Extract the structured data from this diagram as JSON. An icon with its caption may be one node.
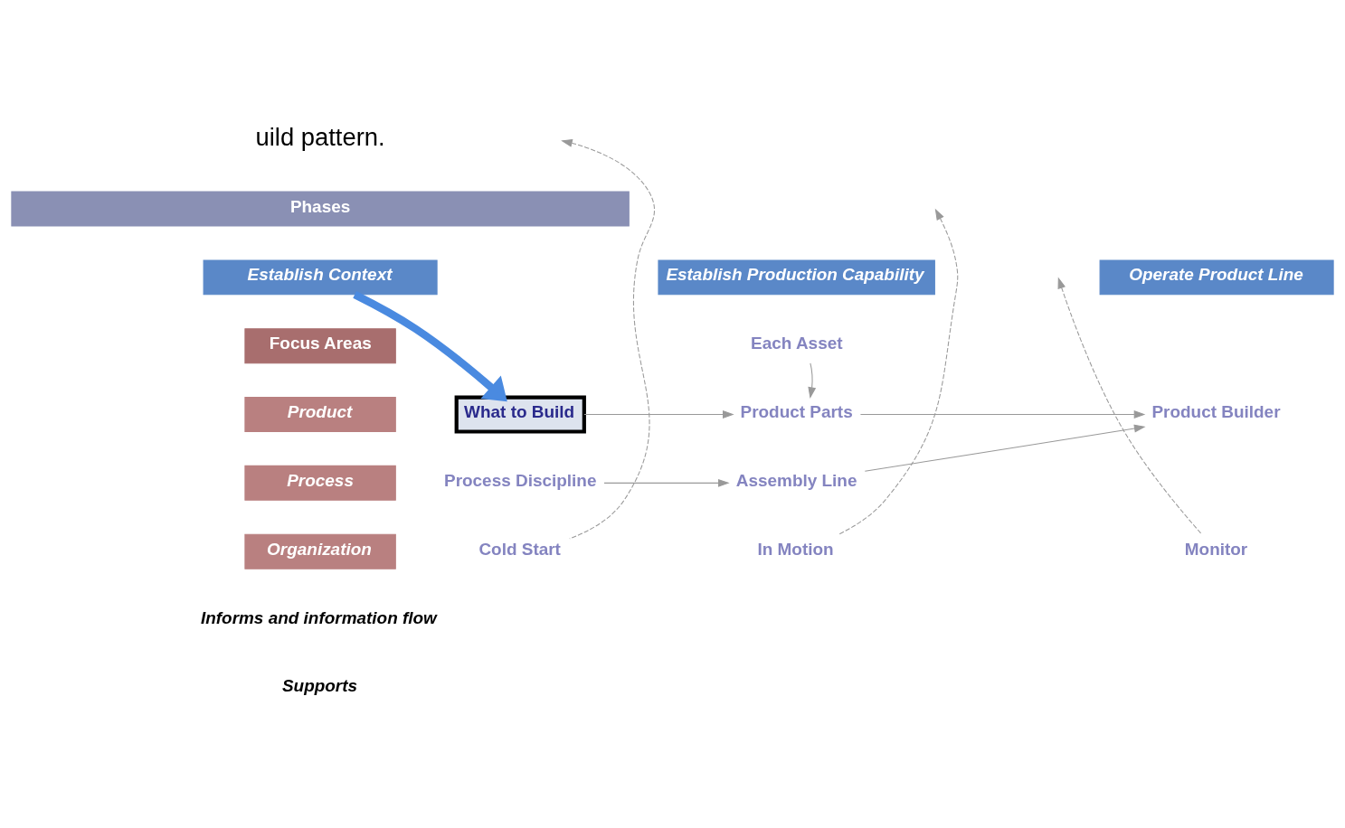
{
  "diagram": {
    "nodes": [
      {
        "text": [
          "Phases"
        ]
      },
      {
        "text": [
          "Establish Context"
        ]
      },
      {
        "text": [
          "Establish Production Capability"
        ]
      },
      {
        "text": [
          "Operate Product Line"
        ]
      },
      {
        "text": [
          "Focus Areas"
        ]
      },
      {
        "text": [
          "Product"
        ]
      },
      {
        "text": [
          "Process"
        ]
      },
      {
        "text": [
          "Organization"
        ]
      },
      {
        "text": [
          "Each Asset"
        ]
      },
      {
        "text": [
          "What to Build"
        ]
      },
      {
        "text": [
          "Product Parts"
        ]
      },
      {
        "text": [
          "Product Builder"
        ]
      },
      {
        "text": [
          "Process Discipline"
        ]
      },
      {
        "text": [
          "Assembly Line"
        ]
      },
      {
        "text": [
          "Cold Start"
        ]
      },
      {
        "text": [
          "In Motion"
        ]
      },
      {
        "text": [
          "Monitor"
        ]
      }
    ],
    "edges": [
      {
        "from": 1,
        "to": 9,
        "arrow": "to",
        "style": "thick",
        "color": "#4a8ae0"
      },
      {
        "from": 8,
        "to": 10,
        "arrow": "to"
      },
      {
        "from": 9,
        "to": 10,
        "arrow": "to"
      },
      {
        "from": 10,
        "to": 11,
        "arrow": "to"
      },
      {
        "from": 13,
        "to": 11,
        "arrow": "to"
      },
      {
        "from": 12,
        "to": 13,
        "arrow": "to"
      },
      {
        "from": 14,
        "to": null,
        "arrow": "to",
        "style": "dashed"
      },
      {
        "from": 15,
        "to": null,
        "arrow": "to",
        "style": "dashed"
      },
      {
        "from": 16,
        "to": null,
        "arrow": "to",
        "style": "dashed"
      }
    ],
    "labels": [
      "uild pattern."
    ],
    "legend": [
      {
        "text": "Informs and information flow"
      },
      {
        "text": "Supports"
      }
    ]
  }
}
